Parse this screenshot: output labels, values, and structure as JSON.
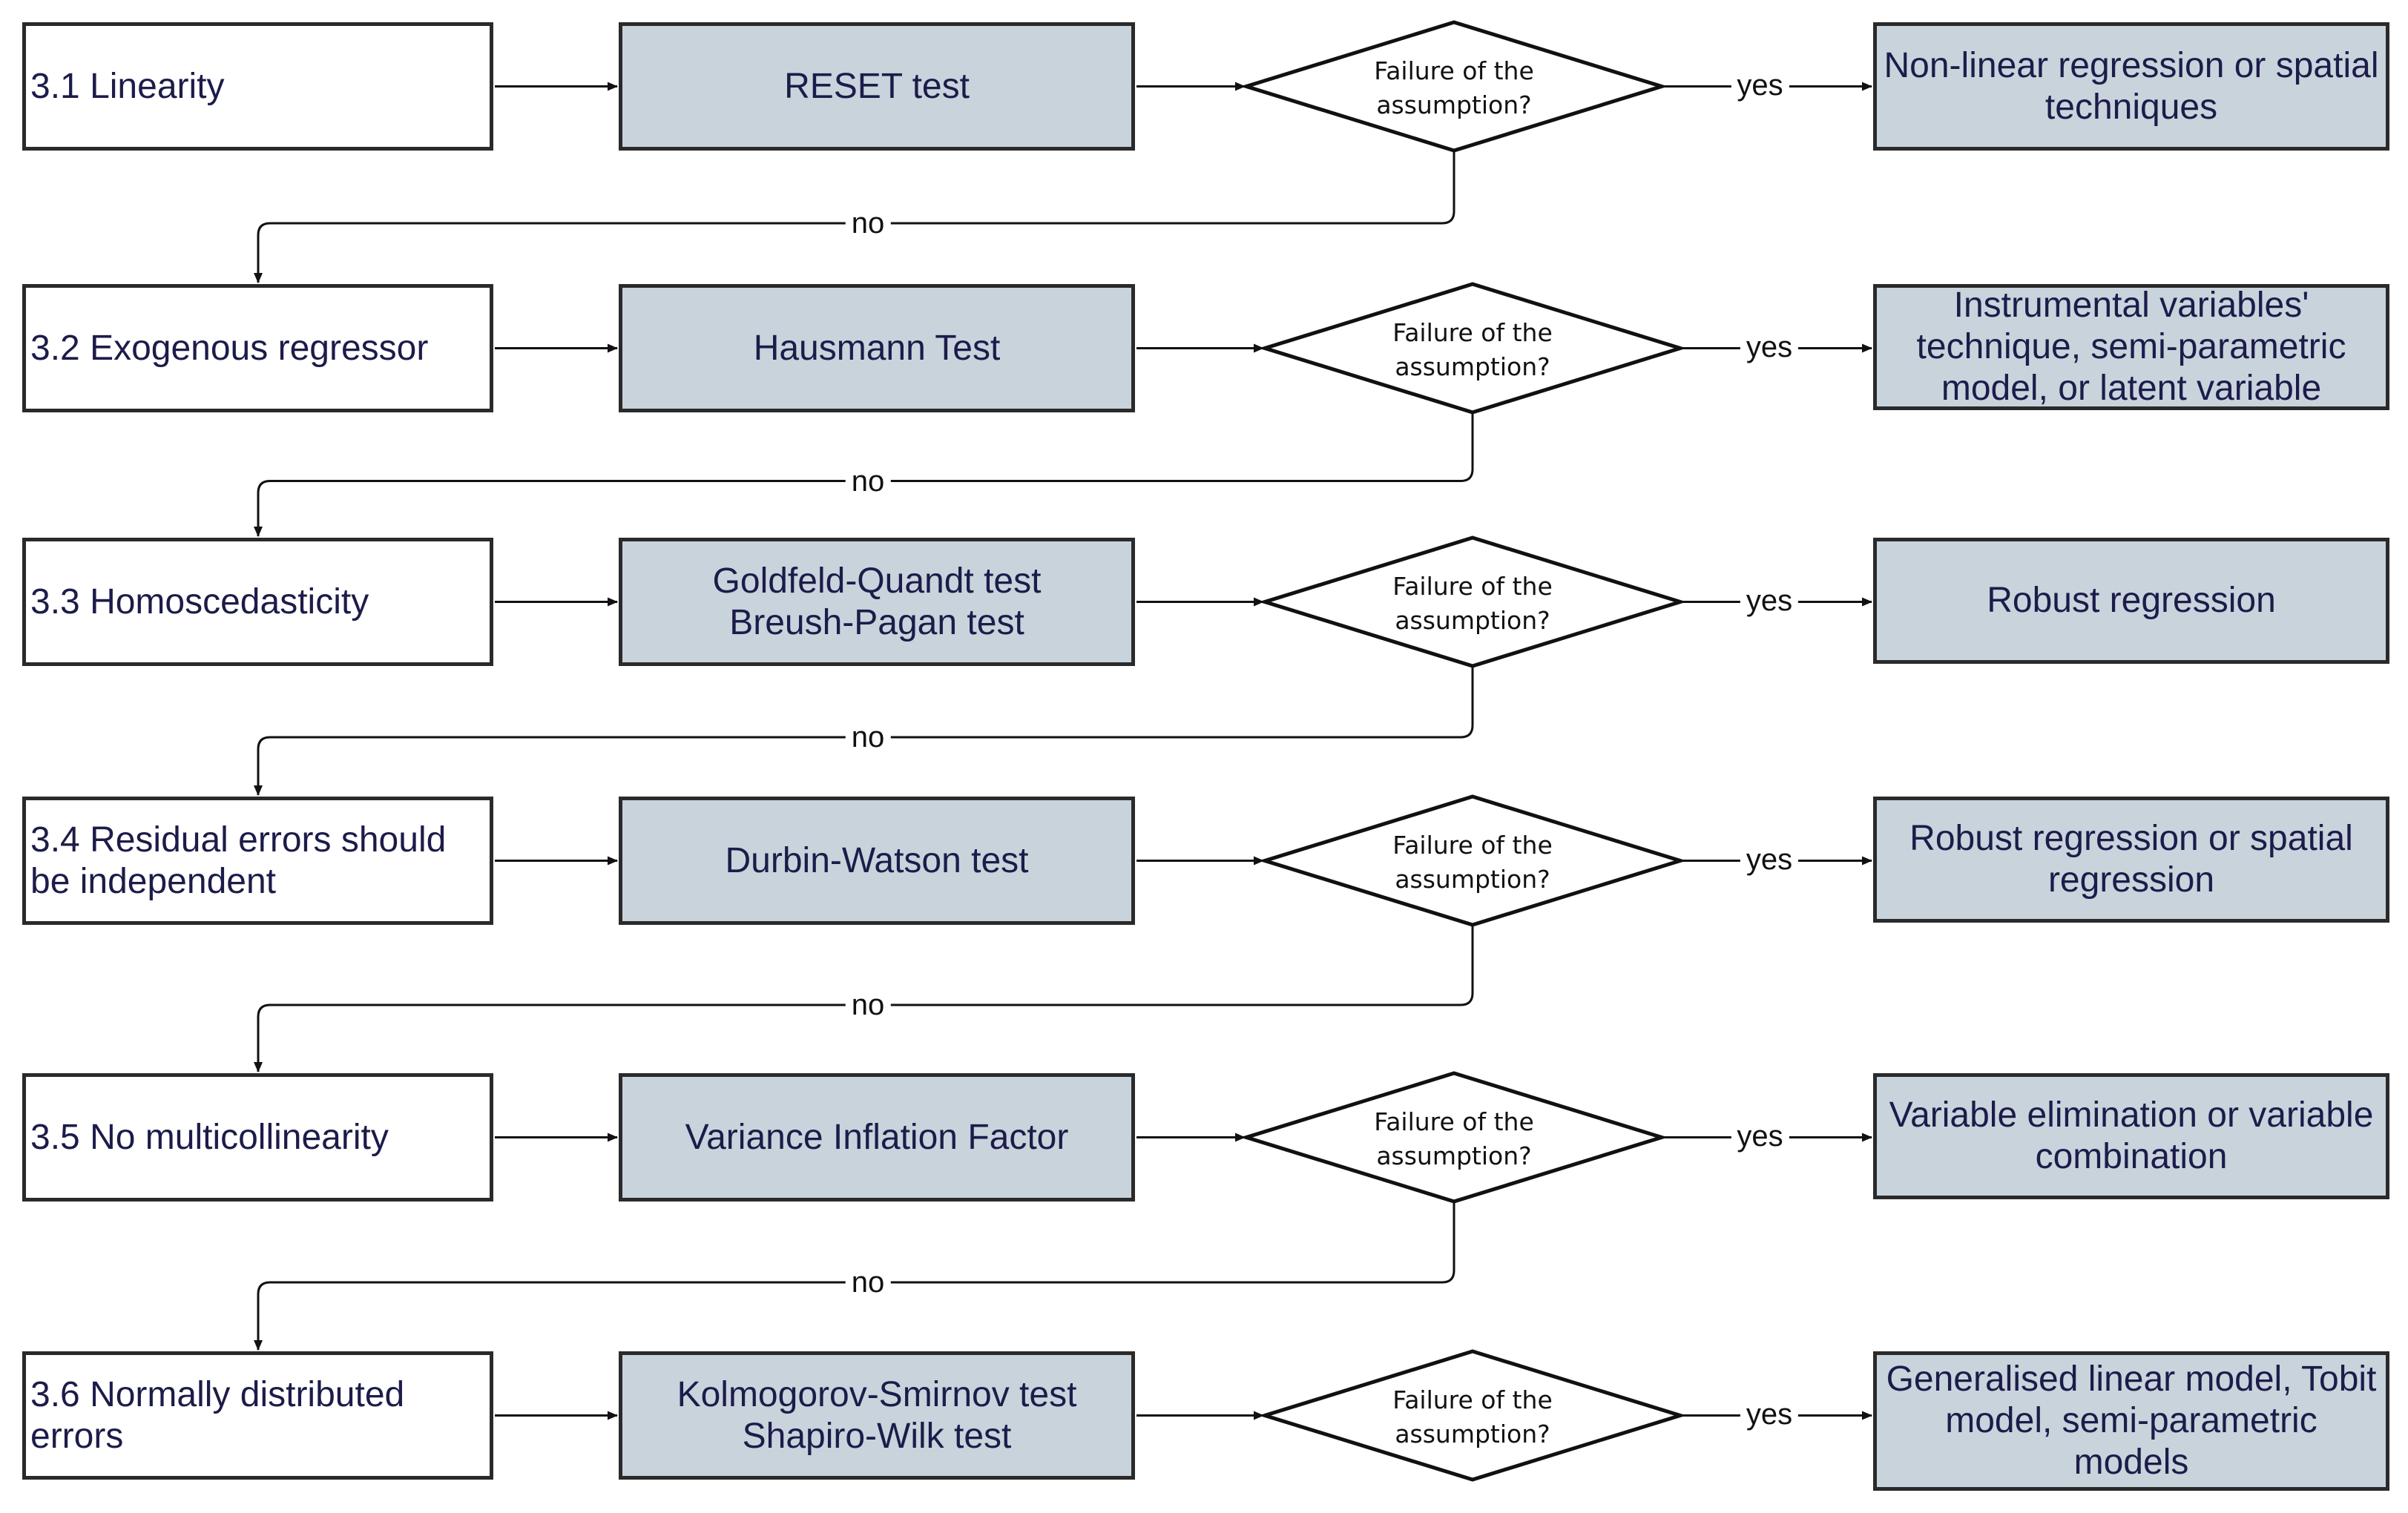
{
  "rows": [
    {
      "assumption": "3.1 Linearity",
      "test": "RESET test",
      "decision": "Failure of the\nassumption?",
      "yes_label": "yes",
      "remedy": "Non-linear regression or spatial\ntechniques",
      "no_label": "no"
    },
    {
      "assumption": "3.2 Exogenous regressor",
      "test": "Hausmann Test",
      "decision": "Failure of the\nassumption?",
      "yes_label": "yes",
      "remedy": "Instrumental variables'\ntechnique, semi-parametric\nmodel, or latent variable",
      "no_label": "no"
    },
    {
      "assumption": "3.3 Homoscedasticity",
      "test": "Goldfeld-Quandt test\nBreush-Pagan test",
      "decision": "Failure of the\nassumption?",
      "yes_label": "yes",
      "remedy": "Robust regression",
      "no_label": "no"
    },
    {
      "assumption": "3.4 Residual errors should\nbe independent",
      "test": "Durbin-Watson test",
      "decision": "Failure of the\nassumption?",
      "yes_label": "yes",
      "remedy": "Robust regression or spatial\nregression",
      "no_label": "no"
    },
    {
      "assumption": "3.5 No multicollinearity",
      "test": "Variance Inflation Factor",
      "decision": "Failure of the\nassumption?",
      "yes_label": "yes",
      "remedy": "Variable elimination or variable\ncombination",
      "no_label": "no"
    },
    {
      "assumption": "3.6 Normally distributed\nerrors",
      "test": "Kolmogorov-Smirnov test\nShapiro-Wilk test",
      "decision": "Failure of the\nassumption?",
      "yes_label": "yes",
      "remedy": "Generalised linear model, Tobit\nmodel, semi-parametric\nmodels"
    }
  ]
}
